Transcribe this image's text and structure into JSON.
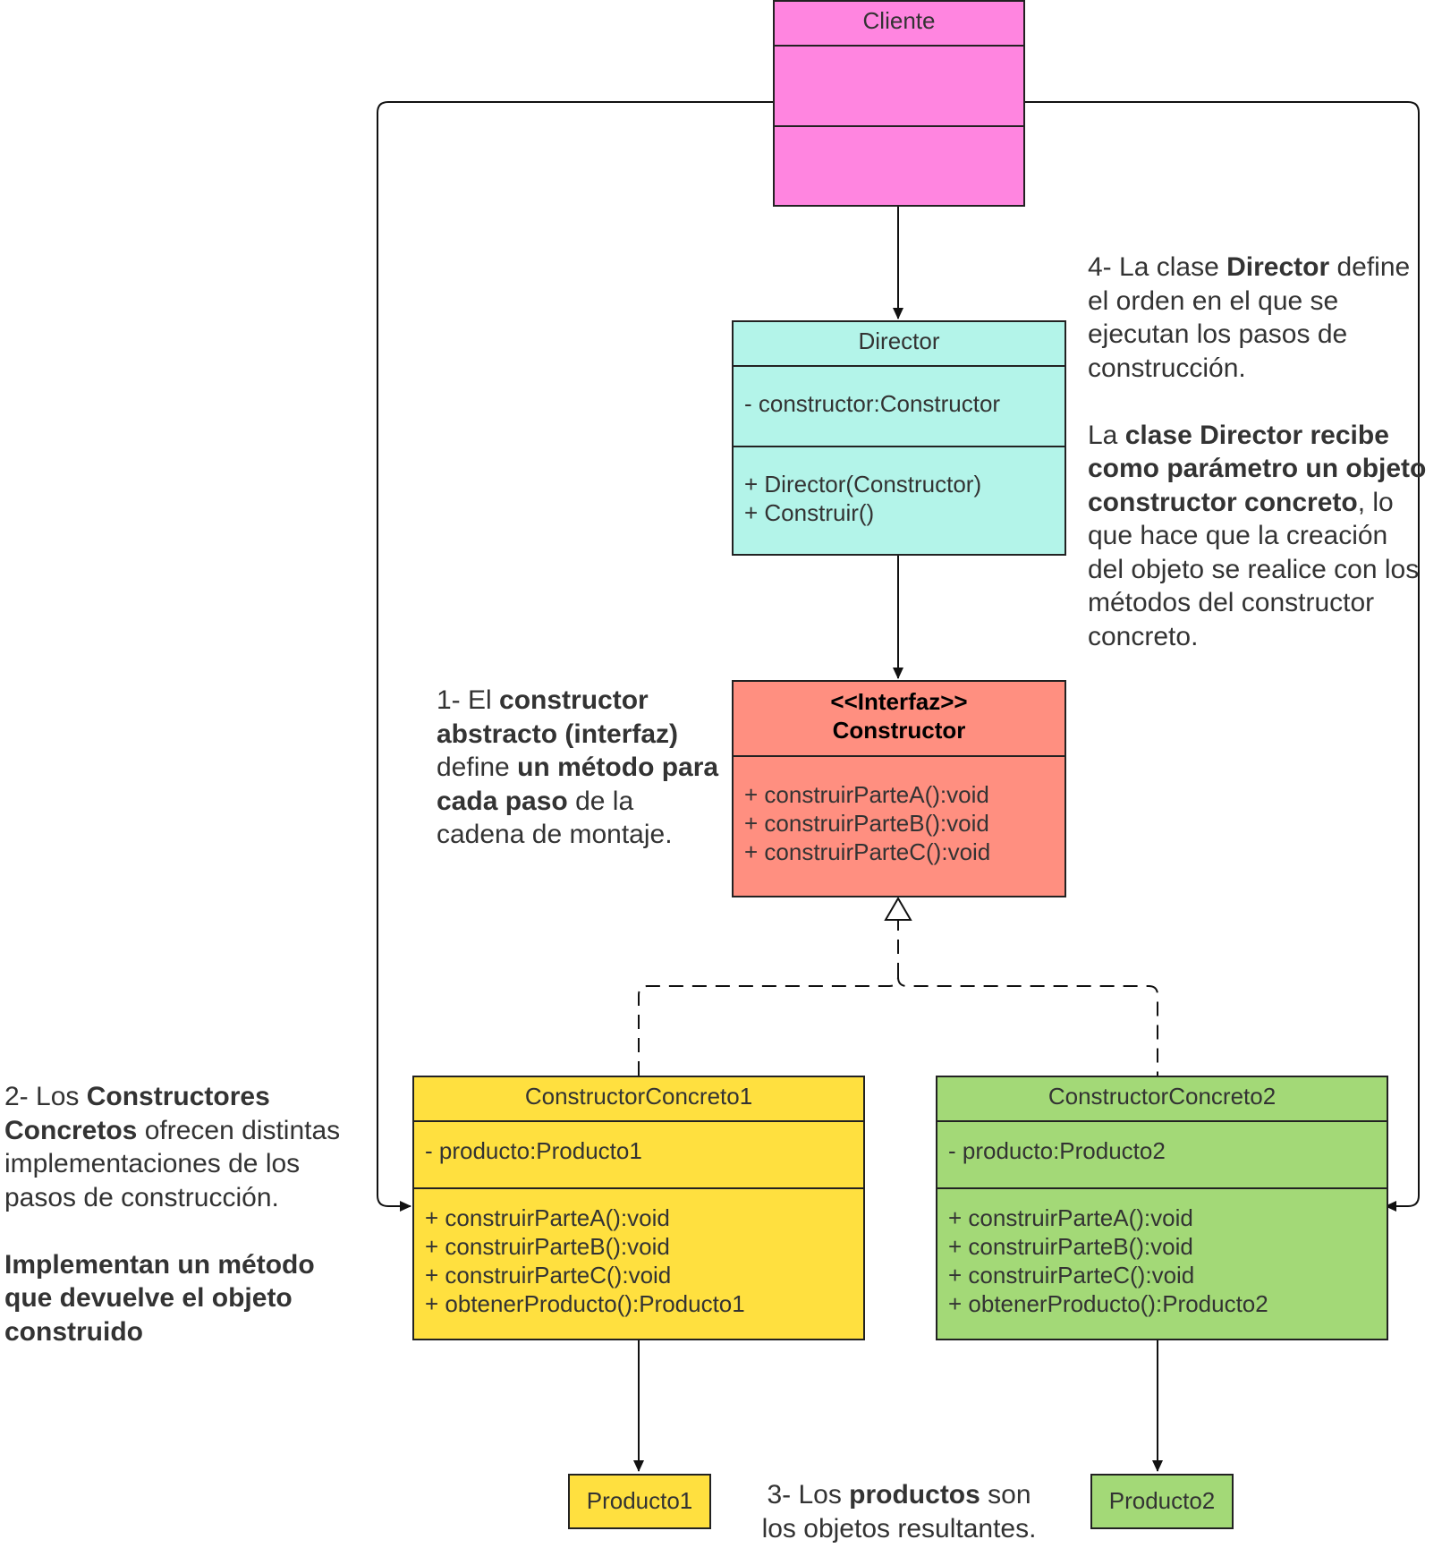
{
  "colors": {
    "cliente": "#ff85e0",
    "director": "#b3f4e9",
    "constructor": "#ff8f80",
    "concreto1": "#ffe03f",
    "concreto2": "#a3d977",
    "line": "#222222"
  },
  "cliente": {
    "title": "Cliente"
  },
  "director": {
    "title": "Director",
    "attributes": [
      "- constructor:Constructor"
    ],
    "methods": [
      "+ Director(Constructor)",
      "+ Construir()"
    ]
  },
  "constructor": {
    "stereotype": "<<Interfaz>>",
    "title": "Constructor",
    "methods": [
      "+ construirParteA():void",
      "+ construirParteB():void",
      "+ construirParteC():void"
    ]
  },
  "concreto1": {
    "title": "ConstructorConcreto1",
    "attributes": [
      "- producto:Producto1"
    ],
    "methods": [
      "+ construirParteA():void",
      "+ construirParteB():void",
      "+ construirParteC():void",
      "+ obtenerProducto():Producto1"
    ]
  },
  "concreto2": {
    "title": "ConstructorConcreto2",
    "attributes": [
      "- producto:Producto2"
    ],
    "methods": [
      "+ construirParteA():void",
      "+ construirParteB():void",
      "+ construirParteC():void",
      "+ obtenerProducto():Producto2"
    ]
  },
  "producto1": {
    "title": "Producto1"
  },
  "producto2": {
    "title": "Producto2"
  },
  "notes": {
    "n1": [
      {
        "t": "1- El ",
        "b": false
      },
      {
        "t": "constructor abstracto (interfaz)",
        "b": true
      },
      {
        "t": " define ",
        "b": false
      },
      {
        "t": "un método para cada paso",
        "b": true
      },
      {
        "t": " de la cadena de montaje.",
        "b": false
      }
    ],
    "n2a": [
      {
        "t": "2- Los ",
        "b": false
      },
      {
        "t": "Constructores Concretos",
        "b": true
      },
      {
        "t": " ofrecen distintas implementaciones de los pasos de construcción.",
        "b": false
      }
    ],
    "n2b": [
      {
        "t": "Implementan un método que devuelve el objeto construido",
        "b": true
      }
    ],
    "n3": [
      {
        "t": "3- Los ",
        "b": false
      },
      {
        "t": "productos",
        "b": true
      },
      {
        "t": " son los objetos resultantes.",
        "b": false
      }
    ],
    "n4a": [
      {
        "t": "4- La clase ",
        "b": false
      },
      {
        "t": "Director",
        "b": true
      },
      {
        "t": " define el orden en el que se ejecutan los pasos de construcción.",
        "b": false
      }
    ],
    "n4b": [
      {
        "t": "La ",
        "b": false
      },
      {
        "t": "clase Director recibe como parámetro un objeto constructor concreto",
        "b": true
      },
      {
        "t": ", lo que hace que la creación del objeto se realice con los métodos del constructor concreto.",
        "b": false
      }
    ]
  }
}
